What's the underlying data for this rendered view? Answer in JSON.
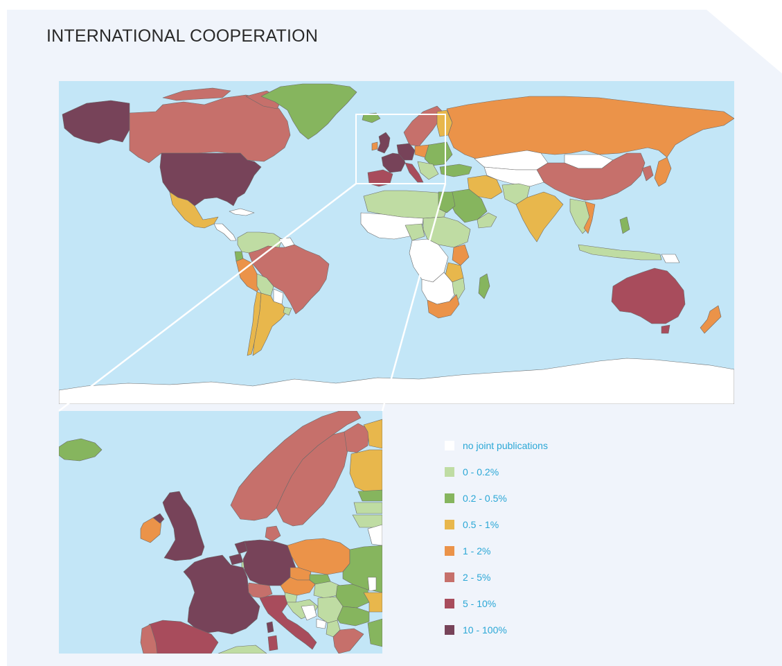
{
  "title": "INTERNATIONAL COOPERATION",
  "colors": {
    "ocean": "#c3e6f7",
    "none": "#ffffff",
    "c1": "#bfdca3",
    "c2": "#86b55e",
    "c3": "#e8b74c",
    "c4": "#eb9349",
    "c5": "#c6706b",
    "c6": "#a84c5c",
    "c7": "#774359",
    "border": "#6a6a6a",
    "legend_text": "#2aa7d6"
  },
  "legend": [
    {
      "label": "no joint publications",
      "color": "#ffffff"
    },
    {
      "label": "0 - 0.2%",
      "color": "#bfdca3"
    },
    {
      "label": "0.2 - 0.5%",
      "color": "#86b55e"
    },
    {
      "label": "0.5 - 1%",
      "color": "#e8b74c"
    },
    {
      "label": "1 - 2%",
      "color": "#eb9349"
    },
    {
      "label": "2 - 5%",
      "color": "#c6706b"
    },
    {
      "label": "5 - 10%",
      "color": "#a84c5c"
    },
    {
      "label": "10 - 100%",
      "color": "#774359"
    }
  ]
}
